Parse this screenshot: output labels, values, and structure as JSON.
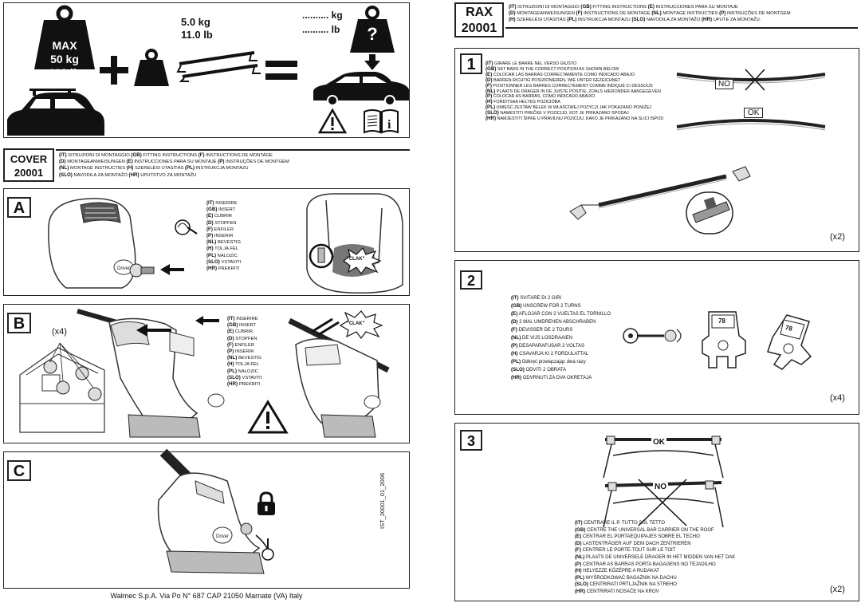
{
  "header": {
    "max_label": "MAX",
    "max_kg": "50 kg",
    "max_lb": "110 lb",
    "bar_kg": "5.0 kg",
    "bar_lb": "11.0 lb",
    "load_kg": ".......... kg",
    "load_lb": ".......... lb",
    "question_mark": "?"
  },
  "cover": {
    "title": "COVER",
    "code": "20001",
    "instructions": [
      {
        "code": "(IT)",
        "text": "ISTRUZIONI DI MONTAGGIO"
      },
      {
        "code": "(GB)",
        "text": "FITTING INSTRUCTIONS"
      },
      {
        "code": "(F)",
        "text": "INSTRUCTIONS DE MONTAGE"
      },
      {
        "code": "(D)",
        "text": "MONTAGEANWEISUNGEN"
      },
      {
        "code": "(E)",
        "text": "INSTRUCCIONES PARA SU MONTAJE"
      },
      {
        "code": "(P)",
        "text": "INSTRUÇÕES DE MONTGEM"
      },
      {
        "code": "(NL)",
        "text": "MONTAGE INSTRUCTIES"
      },
      {
        "code": "(H)",
        "text": "SZERELÉSI UTASÍTÁS"
      },
      {
        "code": "(PL)",
        "text": "INSTRUKCJA MONTAZU"
      },
      {
        "code": "(SLO)",
        "text": "NAVODILA ZA MONTAŽO"
      },
      {
        "code": "(HR)",
        "text": "UPUTSTVO ZA MONTAŽU"
      }
    ]
  },
  "insert_text": [
    {
      "code": "(IT)",
      "text": "INSERIRE"
    },
    {
      "code": "(GB)",
      "text": "INSERT"
    },
    {
      "code": "(E)",
      "text": "CUBRIR"
    },
    {
      "code": "(D)",
      "text": "STOPFEN"
    },
    {
      "code": "(F)",
      "text": "ENFILER"
    },
    {
      "code": "(P)",
      "text": "INSERIR"
    },
    {
      "code": "(NL)",
      "text": "BEVESTIG"
    },
    {
      "code": "(H)",
      "text": "TOLJA FEL"
    },
    {
      "code": "(PL)",
      "text": "NALOZIC"
    },
    {
      "code": "(SLO)",
      "text": "VSTAVITI"
    },
    {
      "code": "(HR)",
      "text": "PREKRITI"
    }
  ],
  "panel_a": {
    "label": "A",
    "clak": "\"CLAK\""
  },
  "panel_b": {
    "label": "B",
    "count": "(x4)",
    "clak": "\"CLAK\""
  },
  "panel_c": {
    "label": "C",
    "doc_id": "IST_20001_01_2006"
  },
  "footer": {
    "company": "Walmec S.p.A. Via Po N° 687 CAP 21050 Marnate (VA) Italy"
  },
  "rax": {
    "title": "RAX",
    "code": "20001",
    "instructions_lines": [
      [
        {
          "code": "(IT)",
          "text": "ISTRUZIONI DI MONTAGGIO"
        },
        {
          "code": "(GB)",
          "text": "FITTING INSTRUCTIONS"
        },
        {
          "code": "(E)",
          "text": "INSTRUCCIONES PARA SU MONTAJE"
        }
      ],
      [
        {
          "code": "(D)",
          "text": "MONTAGEANWEISUNGEN"
        },
        {
          "code": "(F)",
          "text": "INSTRUCTIONS DE MONTAGE"
        },
        {
          "code": "(NL)",
          "text": "MONTAGE INSTRUCTIES"
        },
        {
          "code": "(P)",
          "text": "INSTRUÇÕES DE MONTGEM"
        }
      ],
      [
        {
          "code": "(H)",
          "text": "SZERELÉSI UTASÍTÁS"
        },
        {
          "code": "(PL)",
          "text": "INSTRUKCJA MONTAZU"
        },
        {
          "code": "(SLO)",
          "text": "NAVODILA ZA MONTAŽO"
        },
        {
          "code": "(HR)",
          "text": "UPUTE ZA MONTAŽU."
        }
      ]
    ]
  },
  "step1": {
    "label": "1",
    "count": "(x2)",
    "no": "NO",
    "ok": "OK",
    "text": [
      {
        "code": "(IT)",
        "text": "GIRARE LE BARRE NEL VERSO GIUSTO"
      },
      {
        "code": "(GB)",
        "text": "SET BARS IN THE CORRECT POSITION AS SHOWN BELOW"
      },
      {
        "code": "(E)",
        "text": "COLOCAR LAS BARRAS CORRECTAMENTE COMO INDICADO ABAJO"
      },
      {
        "code": "(D)",
        "text": "BARREN RICHTIG POSIZIONIEREN, WIE UNTER GEZEICHNET"
      },
      {
        "code": "(F)",
        "text": "POSITIONNER LES BARRES CORRECTEMENT COMME INDIQUÉ CI DESSOUS"
      },
      {
        "code": "(NL)",
        "text": "PLAATS DE DRAGER IN DE JUISTE POSITIE, ZOALS HIERONDER AANGEGEVEN"
      },
      {
        "code": "(P)",
        "text": "COLOCAR AS BARRAS, COMO INDICADO ABAIXO"
      },
      {
        "code": "(H)",
        "text": "FORDITSAA HELYES POZICIÓBA"
      },
      {
        "code": "(PL)",
        "text": "UMIEŚĆ ZESTAW BELEK W WŁAŚCIWEJ POZYCJI JAK POKAZANO PONIŻEJ"
      },
      {
        "code": "(SLO)",
        "text": "NAMESTITI PREČKE V POZICIJO, KOT JE PRIKAZANO SPODAJ"
      },
      {
        "code": "(HR)",
        "text": "NAMJESTITI ŠIPKE U PRAVILNU POZICIJU, KAKO JE PRIKAZANO NA SLICI ISPOD"
      }
    ]
  },
  "step2": {
    "label": "2",
    "count": "(x4)",
    "tag": "78",
    "text": [
      {
        "code": "(IT)",
        "text": "SVITARE DI 2 GIRI"
      },
      {
        "code": "(GB)",
        "text": "UNSCREW FOR 2 TURNS"
      },
      {
        "code": "(E)",
        "text": "AFLOJAR CON 2 VUELTAS EL TORNILLO"
      },
      {
        "code": "(D)",
        "text": "2 MAL UMDREHEN ABSCHRABEN"
      },
      {
        "code": "(F)",
        "text": "DEVISSER DE 2 TOURS"
      },
      {
        "code": "(NL)",
        "text": "DE VIJS LOSDRAAIEN"
      },
      {
        "code": "(P)",
        "text": "DESAPARAFUSAR 2 VOLTAS"
      },
      {
        "code": "(H)",
        "text": "CSAVARJA KI 2 FORDULATTAL"
      },
      {
        "code": "(PL)",
        "text": "Odkręć przełączając dwa razy"
      },
      {
        "code": "(SLO)",
        "text": "ODVITI 2 OBRATA"
      },
      {
        "code": "(HR)",
        "text": "ODVRNUTI ZA DVA OKRETAJA"
      }
    ]
  },
  "step3": {
    "label": "3",
    "count": "(x2)",
    "ok": "OK",
    "no": "NO",
    "text": [
      {
        "code": "(IT)",
        "text": "CENTRARE IL P. TUTTO SUL TETTO"
      },
      {
        "code": "(GB)",
        "text": "CENTRE THE UNIVERSAL BAR CARRIER ON THE ROOF"
      },
      {
        "code": "(E)",
        "text": "CENTRAR EL PORTAEQUIPAJES SOBRE EL TECHO"
      },
      {
        "code": "(D)",
        "text": "LASTENTRÄGER AUF DEM DACH ZENTRIEREN"
      },
      {
        "code": "(F)",
        "text": "CENTRER LE PORTE-TOUT SUR LE TOIT"
      },
      {
        "code": "(NL)",
        "text": "PLAATS DE UNIVERSELE DRAGER IN HET MIDDEN VAN HET DAK"
      },
      {
        "code": "(P)",
        "text": "CENTRAR AS BARRAS PORTA BAGAGENS NO TEJADILHO"
      },
      {
        "code": "(H)",
        "text": "HELYEZZE KÖZÉPRE A RUDAKAT"
      },
      {
        "code": "(PL)",
        "text": "WYŚRODKOWAĆ BAGAŻNIK NA DACHU"
      },
      {
        "code": "(SLO)",
        "text": "CENTRIRATI PRTLJAŽNIK NA STREHO"
      },
      {
        "code": "(HR)",
        "text": "CENTRIRATI NOSAČE NA KROV"
      }
    ]
  }
}
